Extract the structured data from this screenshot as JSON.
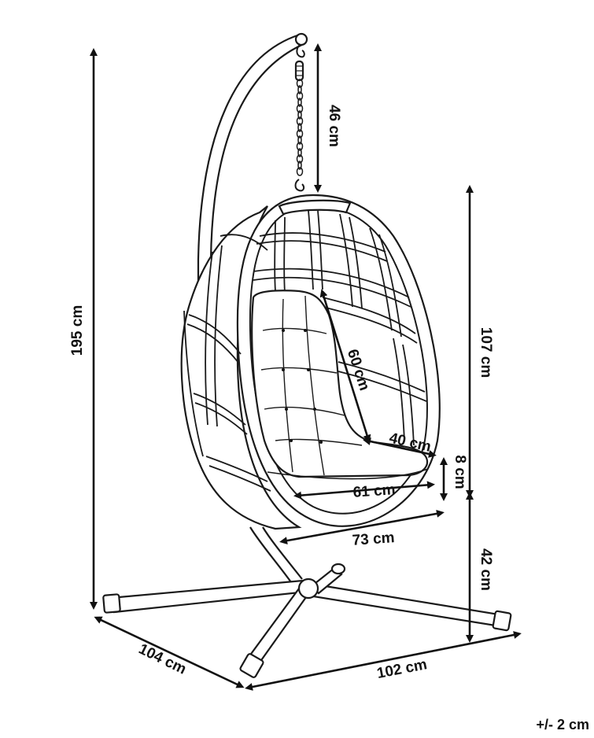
{
  "dimensions": {
    "total_height": "195 cm",
    "chain_length": "46 cm",
    "chair_height": "107 cm",
    "backrest": "60 cm",
    "seat_depth": "40 cm",
    "cushion_thickness": "8 cm",
    "seat_width": "61 cm",
    "chair_width": "73 cm",
    "seat_height": "42 cm",
    "base_depth": "104 cm",
    "base_width": "102 cm"
  },
  "tolerance": "+/- 2 cm"
}
